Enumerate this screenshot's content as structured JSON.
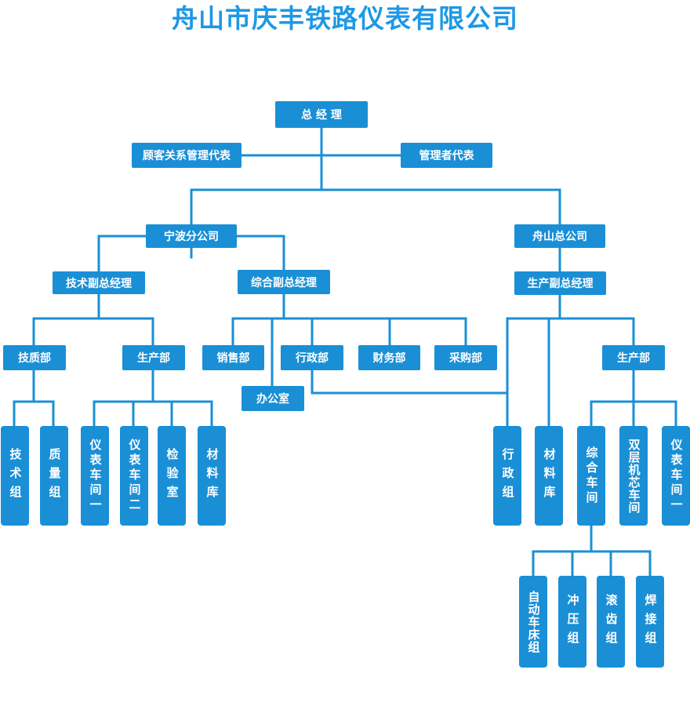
{
  "title": "舟山市庆丰铁路仪表有限公司",
  "org": {
    "gm": "总 经 理",
    "customer_rep": "顾客关系管理代表",
    "mgmt_rep": "管理者代表",
    "ningbo": "宁波分公司",
    "zhoushan": "舟山总公司",
    "tech_vp": "技术副总经理",
    "admin_vp": "综合副总经理",
    "prod_vp": "生产副总经理",
    "nb_quality": "技质部",
    "nb_production": "生产部",
    "sales": "销售部",
    "administration": "行政部",
    "finance": "财务部",
    "purchasing": "采购部",
    "office": "办公室",
    "zs_production": "生产部",
    "tech_group": "技术组",
    "quality_group": "质量组",
    "meter_ws1_nb": "仪表车间一",
    "meter_ws2": "仪表车间二",
    "inspection": "检验室",
    "nb_materials": "材料库",
    "zs_admin_group": "行政组",
    "zs_materials": "材料库",
    "general_ws": "综合车间",
    "double_core_ws": "双层机芯车间",
    "meter_ws1_zs": "仪表车间一",
    "auto_lathe": "自动车床组",
    "stamping": "冲压组",
    "gear_rolling": "滚齿组",
    "welding": "焊接组"
  },
  "colors": {
    "box": "#1a8fd6",
    "line": "#1a8fd6",
    "title": "#1e98e6"
  }
}
